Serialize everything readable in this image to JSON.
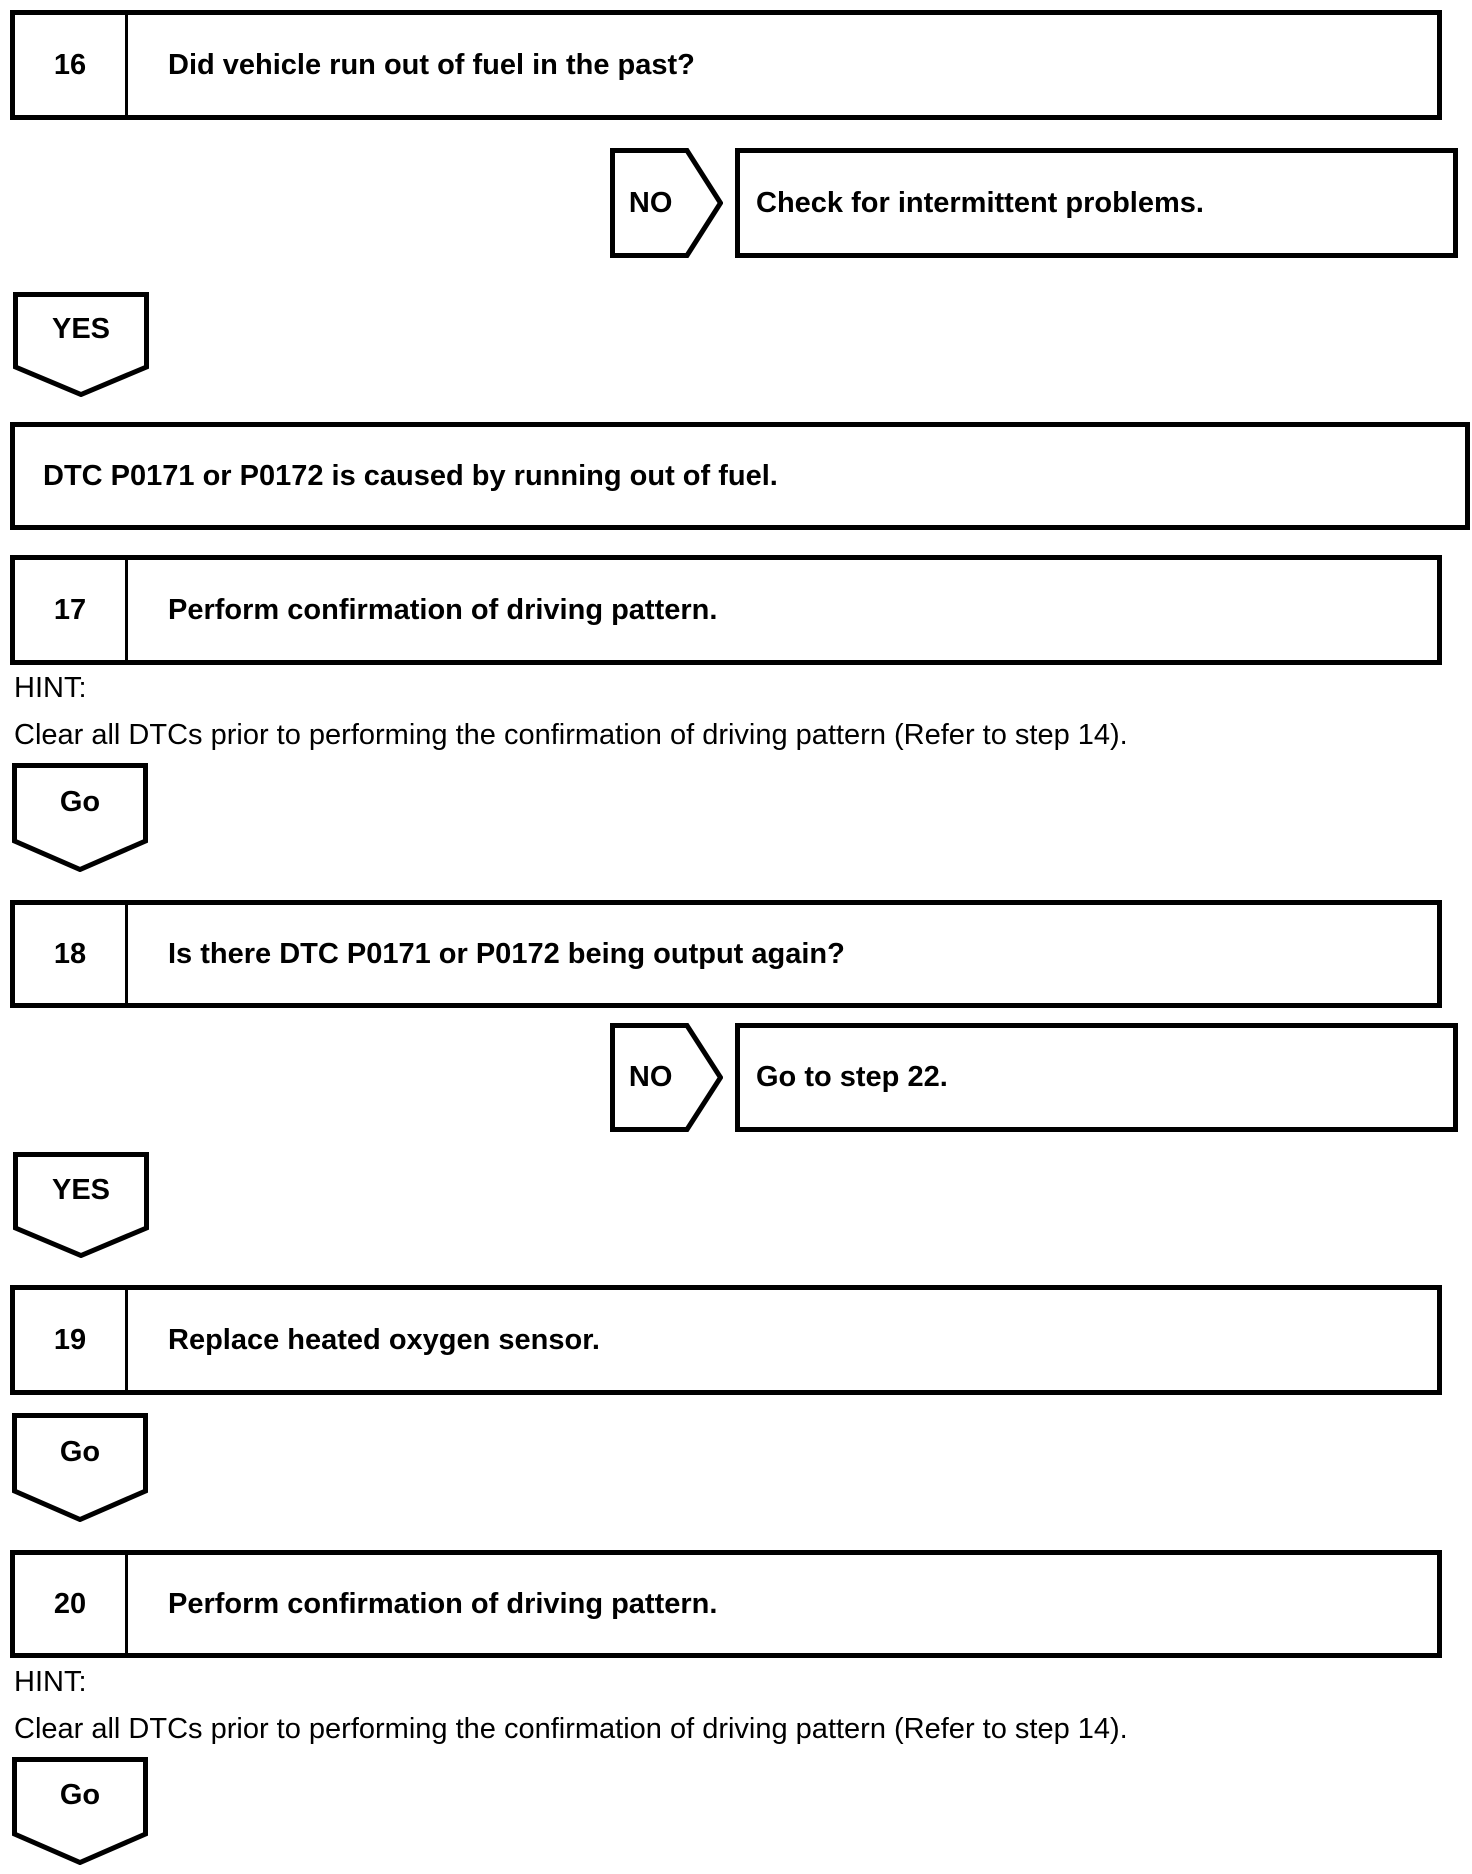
{
  "colors": {
    "ink": "#000000",
    "paper": "#ffffff"
  },
  "flow": {
    "labels": {
      "no": "NO",
      "yes": "YES",
      "go": "Go"
    },
    "hint_label": "HINT:",
    "hints": [
      "Clear all DTCs prior to performing the confirmation of driving pattern (Refer to step 14).",
      "Clear all DTCs prior to performing the confirmation of driving pattern (Refer to step 14)."
    ],
    "steps": [
      {
        "number": "16",
        "title": "Did vehicle run out of fuel in the past?"
      },
      {
        "number": "17",
        "title": "Perform confirmation of driving pattern."
      },
      {
        "number": "18",
        "title": "Is there DTC P0171 or P0172 being output again?"
      },
      {
        "number": "19",
        "title": "Replace heated oxygen sensor."
      },
      {
        "number": "20",
        "title": "Perform confirmation of driving pattern."
      }
    ],
    "results": [
      {
        "text": "Check for intermittent problems."
      },
      {
        "text": "DTC P0171 or P0172 is caused by running out of fuel."
      },
      {
        "text": "Go to step 22."
      }
    ]
  }
}
